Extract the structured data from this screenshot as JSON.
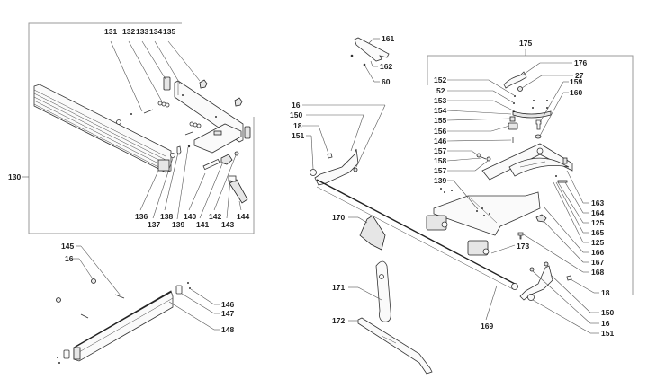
{
  "diagram": {
    "type": "exploded-parts-diagram",
    "groups": [
      {
        "id": "fence-assembly",
        "frame_label": "130",
        "callouts": [
          "131",
          "132",
          "133",
          "134",
          "135",
          "136",
          "137",
          "138",
          "139",
          "140",
          "141",
          "142",
          "143",
          "144"
        ]
      },
      {
        "id": "rear-rail",
        "callouts": [
          "145",
          "16",
          "146",
          "147",
          "148"
        ]
      },
      {
        "id": "bracket-161",
        "callouts": [
          "161",
          "162",
          "60"
        ]
      },
      {
        "id": "left-mount",
        "callouts": [
          "16",
          "150",
          "18",
          "151"
        ]
      },
      {
        "id": "miter-gauge",
        "frame_label": "175",
        "callouts": [
          "176",
          "27",
          "152",
          "52",
          "153",
          "154",
          "155",
          "156",
          "146",
          "157",
          "158",
          "157",
          "139",
          "159",
          "160",
          "163",
          "164",
          "125",
          "165",
          "125",
          "166",
          "167",
          "168",
          "173"
        ]
      },
      {
        "id": "accessories",
        "callouts": [
          "170",
          "171",
          "172",
          "169"
        ]
      },
      {
        "id": "right-mount",
        "callouts": [
          "18",
          "150",
          "16",
          "151"
        ]
      }
    ]
  },
  "labels": {
    "l130": "130",
    "l131": "131",
    "l132": "132",
    "l133": "133",
    "l134": "134",
    "l135": "135",
    "l136": "136",
    "l137": "137",
    "l138": "138",
    "l139a": "139",
    "l140": "140",
    "l141": "141",
    "l142": "142",
    "l143": "143",
    "l144": "144",
    "l145": "145",
    "l16a": "16",
    "l146a": "146",
    "l147": "147",
    "l148": "148",
    "l161": "161",
    "l162": "162",
    "l60": "60",
    "l16b": "16",
    "l150a": "150",
    "l18a": "18",
    "l151a": "151",
    "l175": "175",
    "l176": "176",
    "l27": "27",
    "l152": "152",
    "l52": "52",
    "l153": "153",
    "l154": "154",
    "l155": "155",
    "l156": "156",
    "l146b": "146",
    "l157a": "157",
    "l158": "158",
    "l157b": "157",
    "l139b": "139",
    "l159": "159",
    "l160": "160",
    "l163": "163",
    "l164": "164",
    "l125a": "125",
    "l165": "165",
    "l125b": "125",
    "l166": "166",
    "l167": "167",
    "l168": "168",
    "l173": "173",
    "l170": "170",
    "l171": "171",
    "l172": "172",
    "l169": "169",
    "l18b": "18",
    "l150b": "150",
    "l16c": "16",
    "l151b": "151"
  }
}
